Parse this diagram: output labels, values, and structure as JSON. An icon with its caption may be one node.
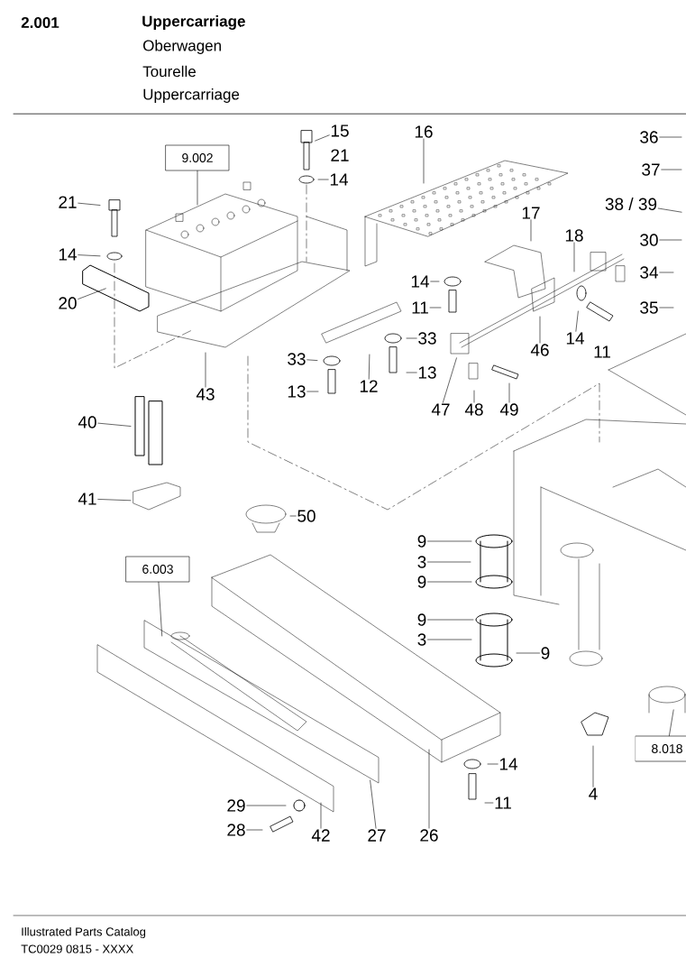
{
  "diagram": {
    "title": "Uppercarriage",
    "nodes": [
      {
        "text": [
          "9.002"
        ]
      },
      {
        "text": [
          "15"
        ]
      },
      {
        "text": [
          "14"
        ]
      },
      {
        "text": [
          "21"
        ]
      },
      {
        "text": [
          "14"
        ]
      },
      {
        "text": [
          "20"
        ]
      },
      {
        "text": [
          "16"
        ]
      },
      {
        "text": [
          "17"
        ]
      },
      {
        "text": [
          "18"
        ]
      },
      {
        "text": [
          "36"
        ]
      },
      {
        "text": [
          "37"
        ]
      },
      {
        "text": [
          "38 / 39"
        ]
      },
      {
        "text": [
          "30"
        ]
      },
      {
        "text": [
          "34"
        ]
      },
      {
        "text": [
          "35"
        ]
      },
      {
        "text": [
          "14"
        ]
      },
      {
        "text": [
          "11"
        ]
      },
      {
        "text": [
          "33"
        ]
      },
      {
        "text": [
          "13"
        ]
      },
      {
        "text": [
          "12"
        ]
      },
      {
        "text": [
          "33"
        ]
      },
      {
        "text": [
          "13"
        ]
      },
      {
        "text": [
          "43"
        ]
      },
      {
        "text": [
          "14"
        ]
      },
      {
        "text": [
          "46"
        ]
      },
      {
        "text": [
          "47"
        ]
      },
      {
        "text": [
          "48"
        ]
      },
      {
        "text": [
          "49"
        ]
      },
      {
        "text": [
          "40"
        ]
      },
      {
        "text": [
          "41"
        ]
      },
      {
        "text": [
          "50"
        ]
      },
      {
        "text": [
          "6.003"
        ]
      },
      {
        "text": [
          "9"
        ]
      },
      {
        "text": [
          "3"
        ]
      },
      {
        "text": [
          "9"
        ]
      },
      {
        "text": [
          "9"
        ]
      },
      {
        "text": [
          "3"
        ]
      },
      {
        "text": [
          "9"
        ]
      },
      {
        "text": [
          "4"
        ]
      },
      {
        "text": [
          "8.018"
        ]
      },
      {
        "text": [
          "14"
        ]
      },
      {
        "text": [
          "11"
        ]
      },
      {
        "text": [
          "29"
        ]
      },
      {
        "text": [
          "28"
        ]
      },
      {
        "text": [
          "42"
        ]
      },
      {
        "text": [
          "27"
        ]
      },
      {
        "text": [
          "26"
        ]
      }
    ],
    "edges": [
      {
        "from": 0,
        "to": null,
        "arrow": "none"
      },
      {
        "from": 1,
        "to": null,
        "arrow": "none"
      },
      {
        "from": 2,
        "to": null,
        "arrow": "none"
      },
      {
        "from": 3,
        "to": null,
        "arrow": "none"
      },
      {
        "from": 4,
        "to": null,
        "arrow": "none"
      },
      {
        "from": 5,
        "to": null,
        "arrow": "none"
      },
      {
        "from": 6,
        "to": null,
        "arrow": "none"
      },
      {
        "from": 7,
        "to": null,
        "arrow": "none"
      },
      {
        "from": 8,
        "to": null,
        "arrow": "none"
      },
      {
        "from": 9,
        "to": null,
        "arrow": "none"
      },
      {
        "from": 10,
        "to": null,
        "arrow": "none"
      },
      {
        "from": 11,
        "to": null,
        "arrow": "none"
      },
      {
        "from": 12,
        "to": null,
        "arrow": "none"
      },
      {
        "from": 13,
        "to": null,
        "arrow": "none"
      },
      {
        "from": 14,
        "to": null,
        "arrow": "none"
      },
      {
        "from": 15,
        "to": null,
        "arrow": "none"
      },
      {
        "from": 16,
        "to": null,
        "arrow": "none"
      },
      {
        "from": 17,
        "to": null,
        "arrow": "none"
      },
      {
        "from": 18,
        "to": null,
        "arrow": "none"
      },
      {
        "from": 19,
        "to": null,
        "arrow": "none"
      },
      {
        "from": 20,
        "to": null,
        "arrow": "none"
      },
      {
        "from": 21,
        "to": null,
        "arrow": "none"
      },
      {
        "from": 22,
        "to": null,
        "arrow": "none"
      },
      {
        "from": 23,
        "to": null,
        "arrow": "none"
      },
      {
        "from": 24,
        "to": null,
        "arrow": "none"
      },
      {
        "from": 25,
        "to": null,
        "arrow": "none"
      },
      {
        "from": 26,
        "to": null,
        "arrow": "none"
      },
      {
        "from": 27,
        "to": null,
        "arrow": "none"
      },
      {
        "from": 28,
        "to": null,
        "arrow": "none"
      },
      {
        "from": 29,
        "to": null,
        "arrow": "none"
      },
      {
        "from": 30,
        "to": null,
        "arrow": "none"
      },
      {
        "from": 31,
        "to": null,
        "arrow": "none"
      },
      {
        "from": 32,
        "to": null,
        "arrow": "none"
      },
      {
        "from": 33,
        "to": null,
        "arrow": "none"
      },
      {
        "from": 34,
        "to": null,
        "arrow": "none"
      },
      {
        "from": 35,
        "to": null,
        "arrow": "none"
      },
      {
        "from": 36,
        "to": null,
        "arrow": "none"
      },
      {
        "from": 37,
        "to": null,
        "arrow": "none"
      },
      {
        "from": 38,
        "to": null,
        "arrow": "none"
      },
      {
        "from": 39,
        "to": null,
        "arrow": "none"
      },
      {
        "from": 40,
        "to": null,
        "arrow": "none"
      },
      {
        "from": 41,
        "to": null,
        "arrow": "none"
      },
      {
        "from": 42,
        "to": null,
        "arrow": "none"
      },
      {
        "from": 43,
        "to": null,
        "arrow": "none"
      },
      {
        "from": 44,
        "to": null,
        "arrow": "none"
      },
      {
        "from": 45,
        "to": null,
        "arrow": "none"
      },
      {
        "from": 46,
        "to": null,
        "arrow": "none"
      }
    ],
    "labels": [
      "2.001",
      "Oberwagen",
      "Tourelle",
      "Uppercarriage",
      "21",
      "11",
      "Illustrated Parts Catalog",
      "TC0029 0815 - XXXX"
    ]
  }
}
